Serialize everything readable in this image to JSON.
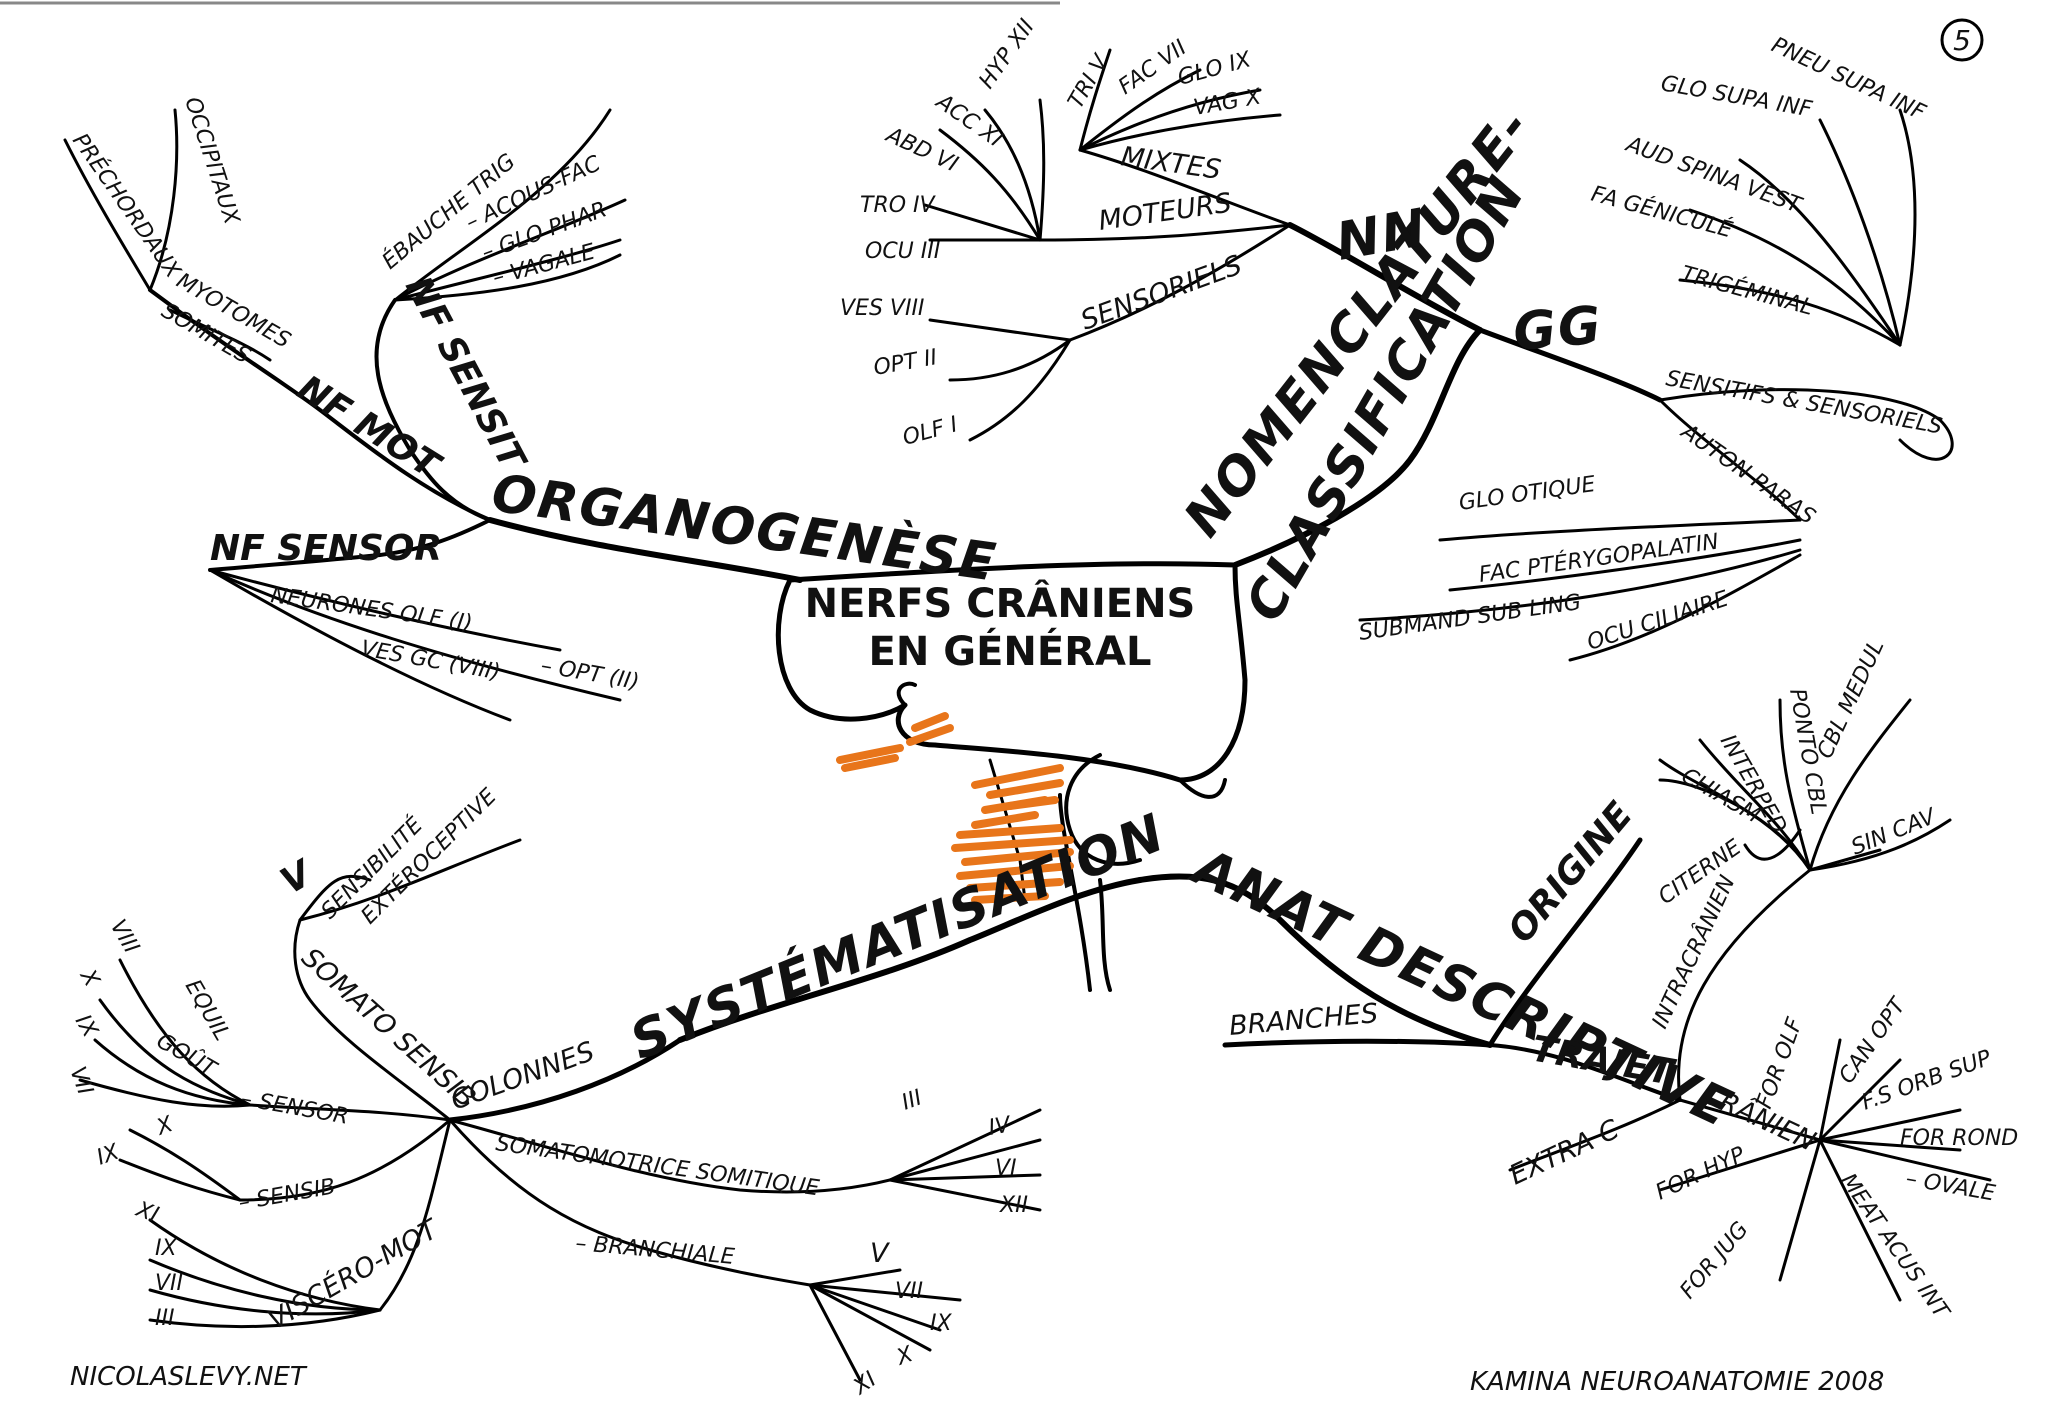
{
  "page_number": "5",
  "center": {
    "line1": "NERFS CRÂNIENS",
    "line2": "EN GÉNÉRAL"
  },
  "organogenese": {
    "title": "ORGANOGENÈSE",
    "nf_sensit": "NF SENSIT",
    "ebauche_trig": "ÉBAUCHE TRIG",
    "acous_fac": "– ACOUS-FAC",
    "glo_phar": "– GLO PHAR",
    "vagale": "– VAGALE",
    "nf_mot": "NF MOT",
    "myotomes": "MYOTOMES",
    "somites": "SOMITES",
    "occipitaux": "OCCIPITAUX",
    "precordaux": "PRÉCHORDAUX",
    "nf_sensor": "NF SENSOR",
    "neurones_olf": "NEURONES OLF (I)",
    "opt": "– OPT (II)",
    "ves_gc": "VES GC (VIII)"
  },
  "nomenclature": {
    "title1": "NOMENCLATURE-",
    "title2": "CLASSIFICATION",
    "nn": "NN",
    "moteurs": "MOTEURS",
    "mixtes": "MIXTES",
    "sensoriels": "SENSORIELS",
    "moteurs_items": [
      "OCU III",
      "TRO IV",
      "ABD VI",
      "ACC XI",
      "HYP XII"
    ],
    "mixtes_items": [
      "TRI V",
      "FAC VII",
      "GLO IX",
      "VAG X"
    ],
    "sensoriels_items": [
      "VES VIII",
      "OPT II",
      "OLF I"
    ],
    "gg": "GG",
    "sensitifs": "SENSITIFS & SENSORIELS",
    "sensitifs_items": [
      "PNEU SUPA INF",
      "GLO SUPA INF",
      "AUD SPINA VEST",
      "FA GÉNICULÉ",
      "TRIGÉMINAL"
    ],
    "auton": "AUTON PARAS",
    "auton_items": [
      "GLO OTIQUE",
      "FAC PTÉRYGOPALATIN",
      "SUBMAND SUB LING",
      "OCU CILIAIRE"
    ]
  },
  "anat": {
    "title": "ANAT DESCRIPTIVE",
    "branches": "BRANCHES",
    "origine": "ORIGINE",
    "origine_items": [
      "CITERNE",
      "CHIASM",
      "INTERPED",
      "PONTO CBL",
      "CBL MEDUL"
    ],
    "sin_cav": "SIN CAV",
    "trajet": "TRAJET",
    "intracranien": "INTRACRÂNIEN",
    "extrac": "EXTRA C",
    "cranien": "CRÂNIEN",
    "cranien_items": [
      "FOR OLF",
      "CAN OPT",
      "F.S ORB SUP",
      "FOR ROND",
      "– OVALE",
      "MEAT ACUS INT",
      "FOR JUG",
      "FOR HYP"
    ]
  },
  "systematisation": {
    "title": "SYSTÉMATISATION",
    "colonnes": "COLONNES",
    "somato_sensib": "SOMATO SENSIB",
    "sensibilite": "SENSIBILITÉ",
    "exteroceptive": "EXTÉROCEPTIVE",
    "v": "V",
    "sensor": "– SENSOR",
    "equil": "EQUIL",
    "gout": "GOÛT",
    "sensor_items": [
      "VIII",
      "X",
      "IX",
      "VII"
    ],
    "sensib": "– SENSIB",
    "sensib_items": [
      "X",
      "IX"
    ],
    "viscero_mot": "VISCÉRO-MOT",
    "viscero_items": [
      "XI",
      "IX",
      "VII",
      "III"
    ],
    "somatomotrice": "SOMATOMOTRICE SOMITIQUE",
    "somatomotrice_items": [
      "III",
      "IV",
      "VI",
      "XII"
    ],
    "branchiale": "– BRANCHIALE",
    "branchiale_items": [
      "V",
      "VII",
      "IX",
      "X",
      "XI"
    ]
  },
  "footer": {
    "left": "NICOLASLEVY.NET",
    "right": "KAMINA NEUROANATOMIE 2008"
  },
  "colors": {
    "ink": "#111111",
    "highlight": "#e8751a"
  }
}
